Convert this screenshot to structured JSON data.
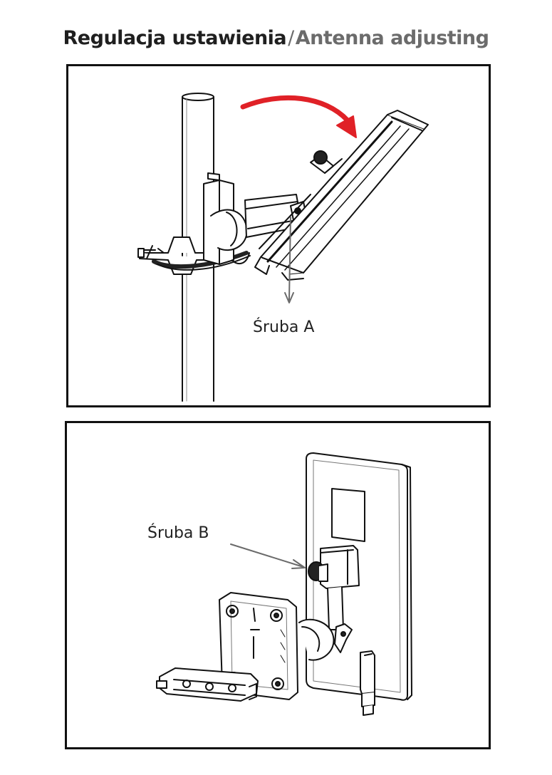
{
  "header": {
    "title_pl": "Regulacja ustawienia",
    "separator": "/",
    "title_en": "Antenna adjusting"
  },
  "panel_a": {
    "callout": "Śruba A"
  },
  "panel_b": {
    "callout": "Śruba B"
  },
  "colors": {
    "rotation_arrow": "#e02127",
    "outline": "#111111",
    "leader_line": "#6a6a6a"
  }
}
